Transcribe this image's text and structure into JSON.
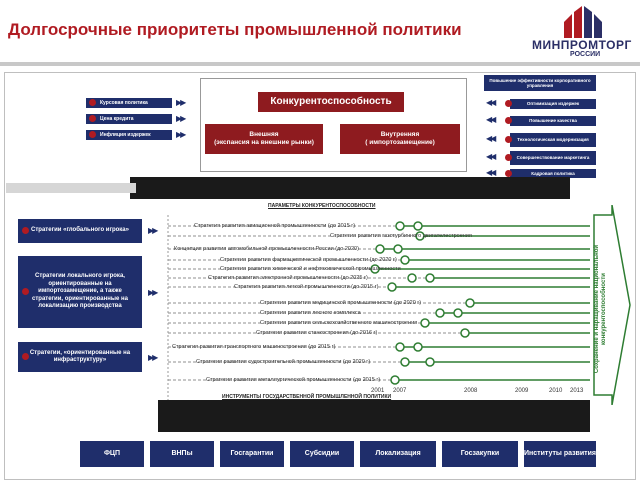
{
  "header": {
    "title": "Долгосрочные приоритеты промышленной политики",
    "logo_text": "МИНПРОМТОРГ",
    "logo_sub": "РОССИИ"
  },
  "center": {
    "main": "Конкурентоспособность",
    "external": "Внешняя\n(экспансия на внешние рынки)",
    "internal": "Внутренняя\n( импортозамещение)"
  },
  "left_factors": [
    "Курсовая политика",
    "Цена кредита",
    "Инфляция издержек"
  ],
  "right_factors": [
    "Повышение эффективности корпоративного управления",
    "Оптимизация издержек",
    "Повышение качества",
    "Технологическая модернизация",
    "Совершенствование маркетинга",
    "Кадровая политика"
  ],
  "params_header": "ПАРАМЕТРЫ КОНКУРЕНТОСПОСОБНОСТИ",
  "tools_header": "ИНСТРУМЕНТЫ ГОСУДАРСТВЕННОЙ ПРОМЫШЛЕННОЙ ПОЛИТИКИ",
  "strategy_groups": [
    "Стратегии «глобального игрока»",
    "Стратегии локального игрока, ориентированные на импортозамещение, а также стратегии, ориентированные на локализацию производства",
    "Стратегии, «ориентированные на инфраструктуру»"
  ],
  "strategies": [
    "Стратегия развития авиационной промышленности (до 2015 г)",
    "Стратегия развития газотурбинного двигателестроения",
    "Концепция развития автомобильной промышленности России (до 2020)",
    "Стратегия развития фармацевтической промышленности (до 2020 г)",
    "Стратегия развития химической и нефтехимической промышленности",
    "Стратегия развития электронной промышленности (до 2025 г)",
    "Стратегия развития легкой промышленности (до 2015 г)",
    "Стратегия развития медицинской промышленности (до 2020 г)",
    "Стратегия развития лесного комплекса",
    "Стратегия развития сельскохозяйственного машиностроения",
    "Стратегия развития станкостроения (до 2016 г)",
    "Стратегия развития транспортного машиностроения (до 2015 г)",
    "Стратегия развития судостроительной промышленности (до 2020 г)",
    "Стратегия развития металлургической промышленности (до 2015 г)"
  ],
  "years": [
    "2001",
    "2007",
    "2008",
    "2009",
    "2010",
    "2013"
  ],
  "arrow_text": "Сохранение и наращивание национальной конкурентоспособности",
  "tools": [
    "ФЦП",
    "ВНПы",
    "Госгарантии",
    "Субсидии",
    "Локализация",
    "Госзакупки",
    "Институты развития"
  ]
}
